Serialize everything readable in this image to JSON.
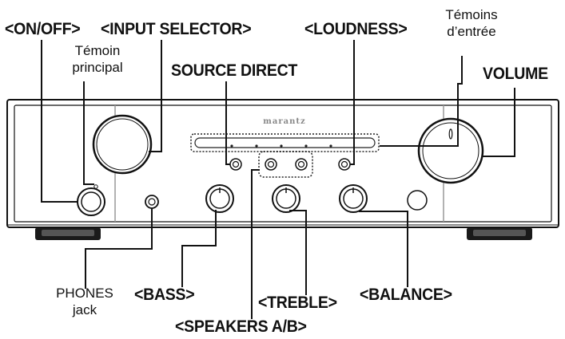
{
  "brand": "marantz",
  "labels": {
    "on_off": "<ON/OFF>",
    "input_selector": "<INPUT SELECTOR>",
    "temoin_principal_line1": "Témoin",
    "temoin_principal_line2": "principal",
    "source_direct": "SOURCE DIRECT",
    "loudness": "<LOUDNESS>",
    "temoins_entree_line1": "Témoins",
    "temoins_entree_line2": "d’entrée",
    "volume": "VOLUME",
    "phones_line1": "PHONES",
    "phones_line2": "jack",
    "bass": "<BASS>",
    "treble": "<TREBLE>",
    "balance": "<BALANCE>",
    "speakers": "<SPEAKERS A/B>"
  }
}
